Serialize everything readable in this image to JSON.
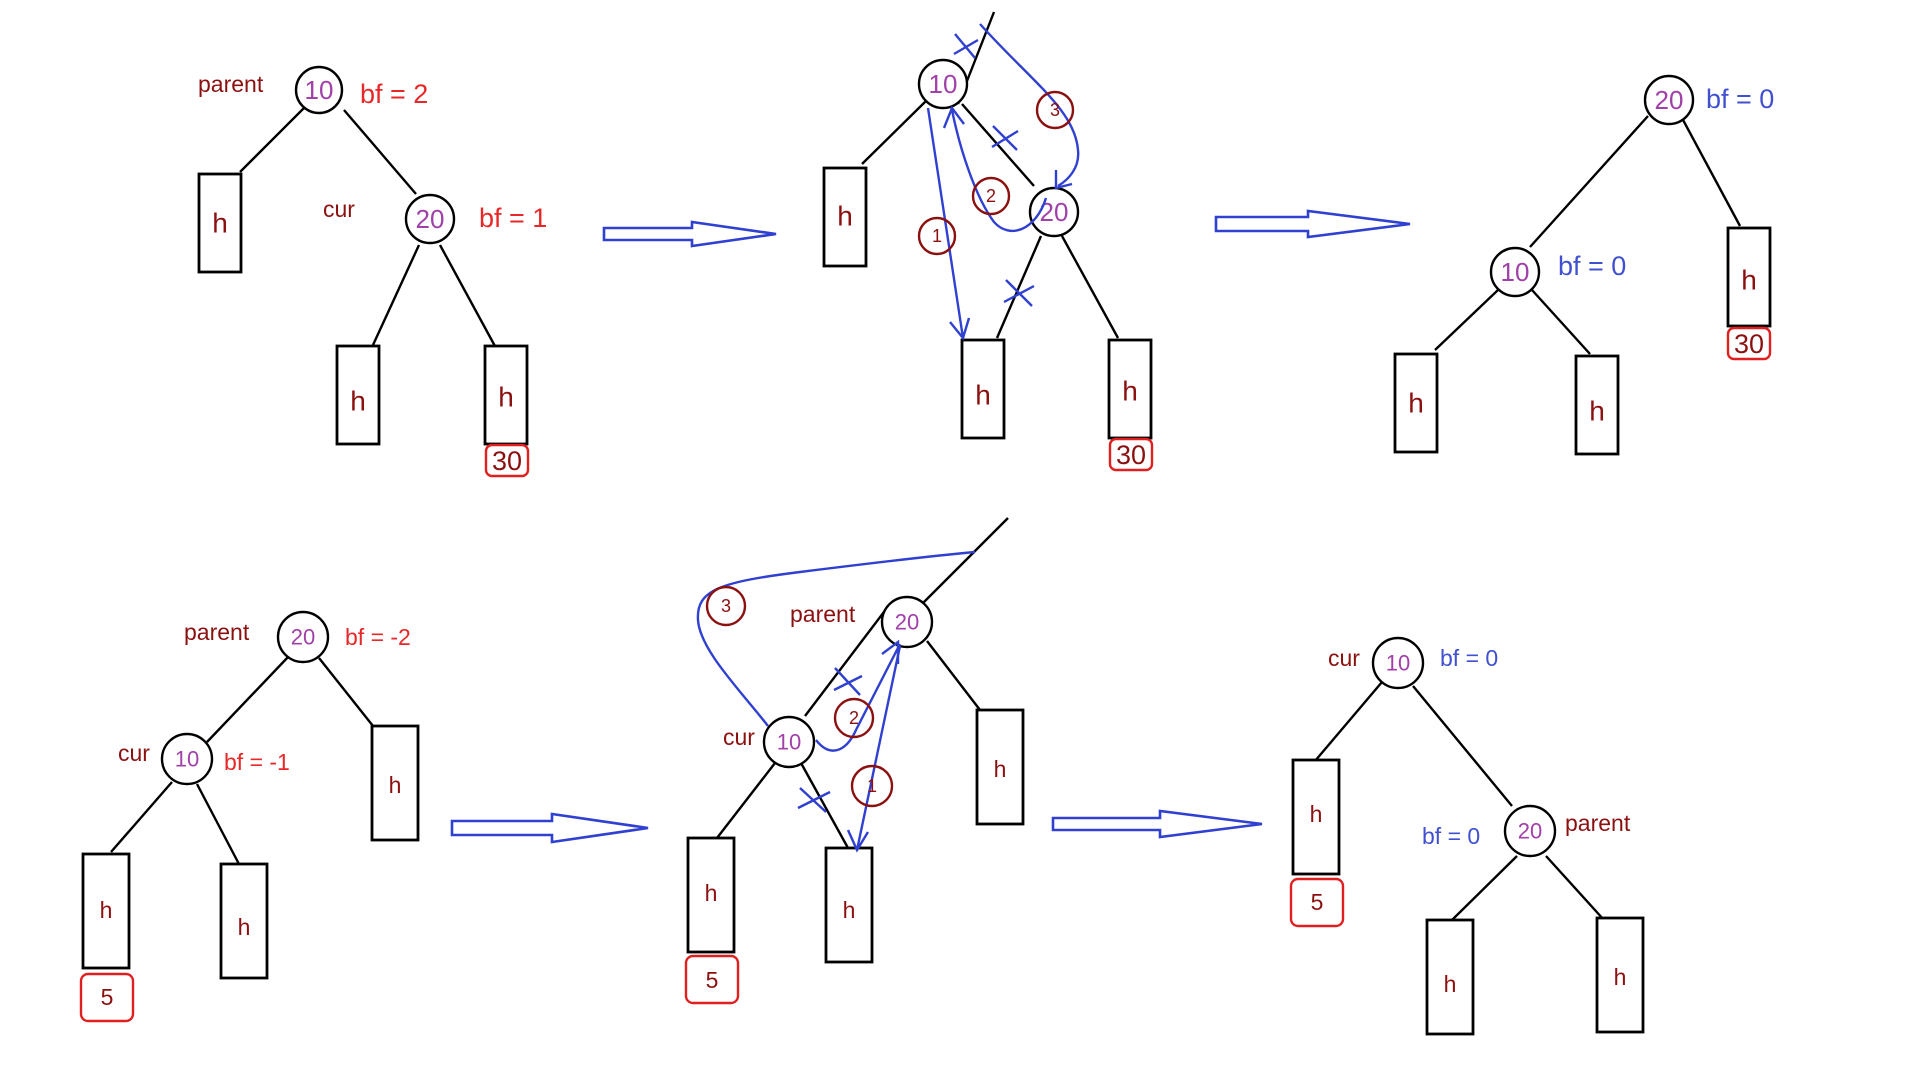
{
  "colors": {
    "node_value": "#a040a8",
    "dark_red_text": "#8b1010",
    "bf_red": "#e82828",
    "bf_blue": "#4050d0",
    "pointer_blue": "#3040d0",
    "tag_border_red": "#e02020"
  },
  "texts": {
    "node_10": "10",
    "node_20": "20",
    "subtree_h": "h",
    "new_30": "30",
    "new_5": "5",
    "parent": "parent",
    "cur": "cur",
    "bf_2": "bf = 2",
    "bf_1": "bf = 1",
    "bf_0": "bf = 0",
    "bf_neg2": "bf = -2",
    "bf_neg1": "bf = -1",
    "step_1": "1",
    "step_2": "2",
    "step_3": "3"
  }
}
